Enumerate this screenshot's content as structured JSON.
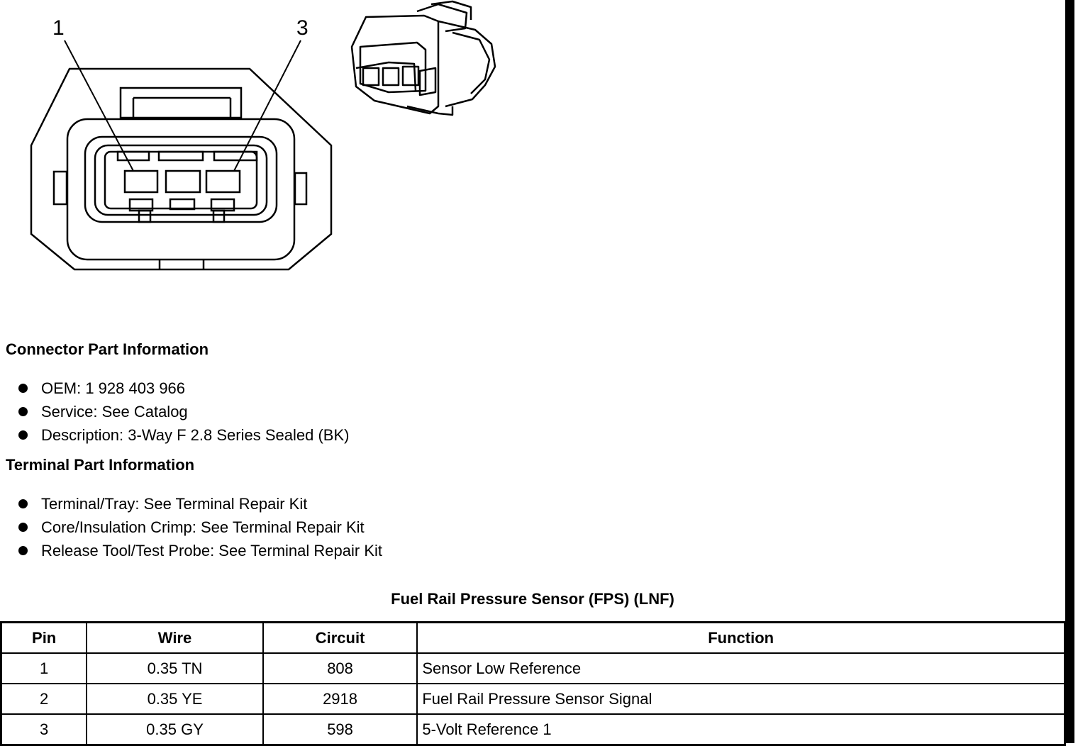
{
  "diagram": {
    "pin_labels": [
      "1",
      "3"
    ]
  },
  "connector_part_information": {
    "title": "Connector Part Information",
    "items": [
      "OEM: 1 928 403 966",
      "Service: See Catalog",
      "Description: 3-Way F 2.8 Series Sealed (BK)"
    ]
  },
  "terminal_part_information": {
    "title": "Terminal Part Information",
    "items": [
      "Terminal/Tray: See Terminal Repair Kit",
      "Core/Insulation Crimp: See Terminal Repair Kit",
      "Release Tool/Test Probe: See Terminal Repair Kit"
    ]
  },
  "pin_table": {
    "title": "Fuel Rail Pressure Sensor (FPS) (LNF)",
    "headers": [
      "Pin",
      "Wire",
      "Circuit",
      "Function"
    ],
    "rows": [
      [
        "1",
        "0.35 TN",
        "808",
        "Sensor Low Reference"
      ],
      [
        "2",
        "0.35 YE",
        "2918",
        "Fuel Rail Pressure Sensor Signal"
      ],
      [
        "3",
        "0.35 GY",
        "598",
        "5-Volt Reference 1"
      ]
    ]
  }
}
